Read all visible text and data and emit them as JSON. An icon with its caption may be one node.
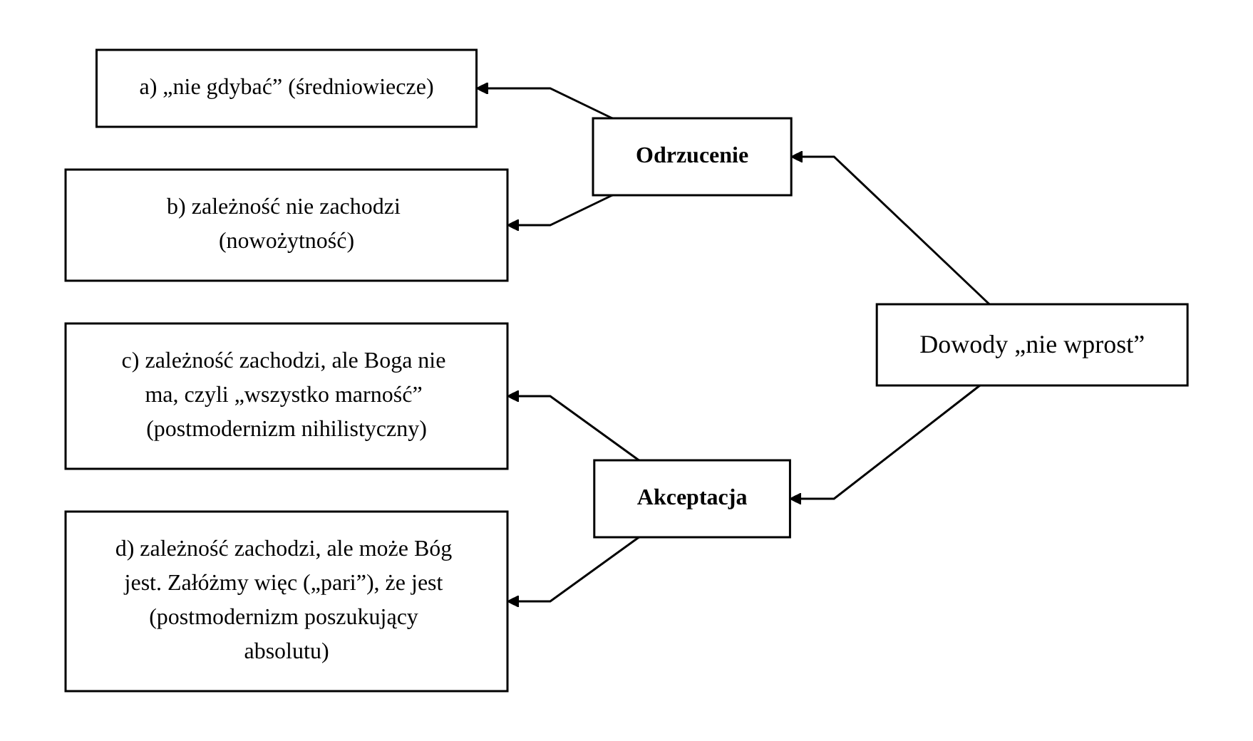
{
  "diagram": {
    "nodes": [
      {
        "text": [
          "Dowody „nie wprost”"
        ]
      },
      {
        "text": [
          "Odrzucenie"
        ]
      },
      {
        "text": [
          "Akceptacja"
        ]
      },
      {
        "text": [
          "a) „nie gdybać” (średniowiecze)"
        ]
      },
      {
        "text": [
          "b) zależność nie zachodzi (nowożytność)"
        ]
      },
      {
        "text": [
          "c) zależność zachodzi, ale Boga nie ma, czyli „wszystko marność” (postmodernizm nihilistyczny)"
        ]
      },
      {
        "text": [
          "d) zależność zachodzi, ale może Bóg jest. Załóżmy więc („pari”), że jest (postmodernizm poszukujący absolutu)"
        ]
      }
    ],
    "edges": [
      {
        "from": 0,
        "to": 1,
        "arrow": "to"
      },
      {
        "from": 0,
        "to": 2,
        "arrow": "to"
      },
      {
        "from": 1,
        "to": 3,
        "arrow": "to"
      },
      {
        "from": 1,
        "to": 4,
        "arrow": "to"
      },
      {
        "from": 2,
        "to": 5,
        "arrow": "to"
      },
      {
        "from": 2,
        "to": 6,
        "arrow": "to"
      }
    ]
  }
}
